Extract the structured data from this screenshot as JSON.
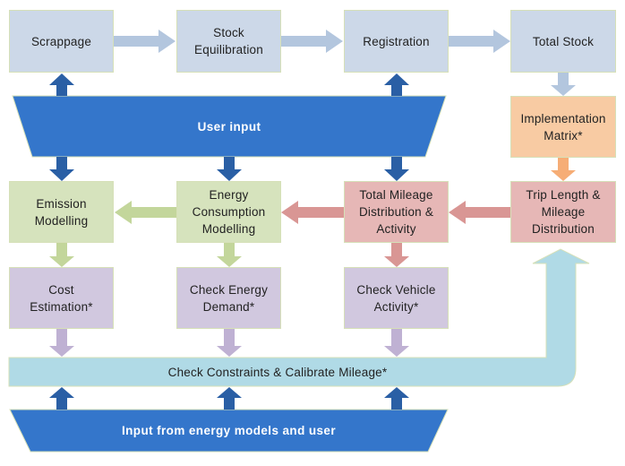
{
  "colors": {
    "stock_box": "#ccd8e8",
    "stock_arrow": "#b3c6de",
    "impl_box": "#f8cba3",
    "impl_arrow": "#f6ad76",
    "mileage_box": "#e6b7b6",
    "mileage_arrow": "#d99694",
    "energy_box": "#d6e3bd",
    "energy_arrow": "#c3d69b",
    "check_box": "#d1c8df",
    "check_arrow": "#bfb1d3",
    "calibrate": "#b0dae6",
    "input_banner": "#3476cb",
    "input_arrow": "#2a5fa5",
    "border": "#d6e0b8"
  },
  "nodes": {
    "scrappage": "Scrappage",
    "stock_equilibration": "Stock\nEquilibration",
    "registration": "Registration",
    "total_stock": "Total Stock",
    "implementation_matrix": "Implementation\nMatrix*",
    "emission_modelling": "Emission\nModelling",
    "energy_consumption_modelling": "Energy\nConsumption\nModelling",
    "total_mileage_distribution": "Total Mileage\nDistribution &\nActivity",
    "trip_length_mileage_distribution": "Trip Length &\nMileage\nDistribution",
    "cost_estimation": "Cost\nEstimation*",
    "check_energy_demand": "Check Energy\nDemand*",
    "check_vehicle_activity": "Check Vehicle\nActivity*",
    "check_constraints": "Check Constraints & Calibrate Mileage*",
    "user_input": "User input",
    "input_energy_models": "Input from energy models and user"
  },
  "edges": [
    {
      "from": "scrappage",
      "to": "stock_equilibration"
    },
    {
      "from": "stock_equilibration",
      "to": "registration"
    },
    {
      "from": "registration",
      "to": "total_stock"
    },
    {
      "from": "total_stock",
      "to": "implementation_matrix"
    },
    {
      "from": "implementation_matrix",
      "to": "trip_length_mileage_distribution"
    },
    {
      "from": "trip_length_mileage_distribution",
      "to": "total_mileage_distribution"
    },
    {
      "from": "total_mileage_distribution",
      "to": "energy_consumption_modelling"
    },
    {
      "from": "energy_consumption_modelling",
      "to": "emission_modelling"
    },
    {
      "from": "emission_modelling",
      "to": "cost_estimation"
    },
    {
      "from": "energy_consumption_modelling",
      "to": "check_energy_demand"
    },
    {
      "from": "total_mileage_distribution",
      "to": "check_vehicle_activity"
    },
    {
      "from": "cost_estimation",
      "to": "check_constraints"
    },
    {
      "from": "check_energy_demand",
      "to": "check_constraints"
    },
    {
      "from": "check_vehicle_activity",
      "to": "check_constraints"
    },
    {
      "from": "check_constraints",
      "to": "trip_length_mileage_distribution"
    },
    {
      "from": "user_input",
      "to": "scrappage"
    },
    {
      "from": "user_input",
      "to": "registration"
    },
    {
      "from": "user_input",
      "to": "emission_modelling"
    },
    {
      "from": "user_input",
      "to": "energy_consumption_modelling"
    },
    {
      "from": "user_input",
      "to": "total_mileage_distribution"
    },
    {
      "from": "input_energy_models",
      "to": "check_constraints"
    }
  ]
}
